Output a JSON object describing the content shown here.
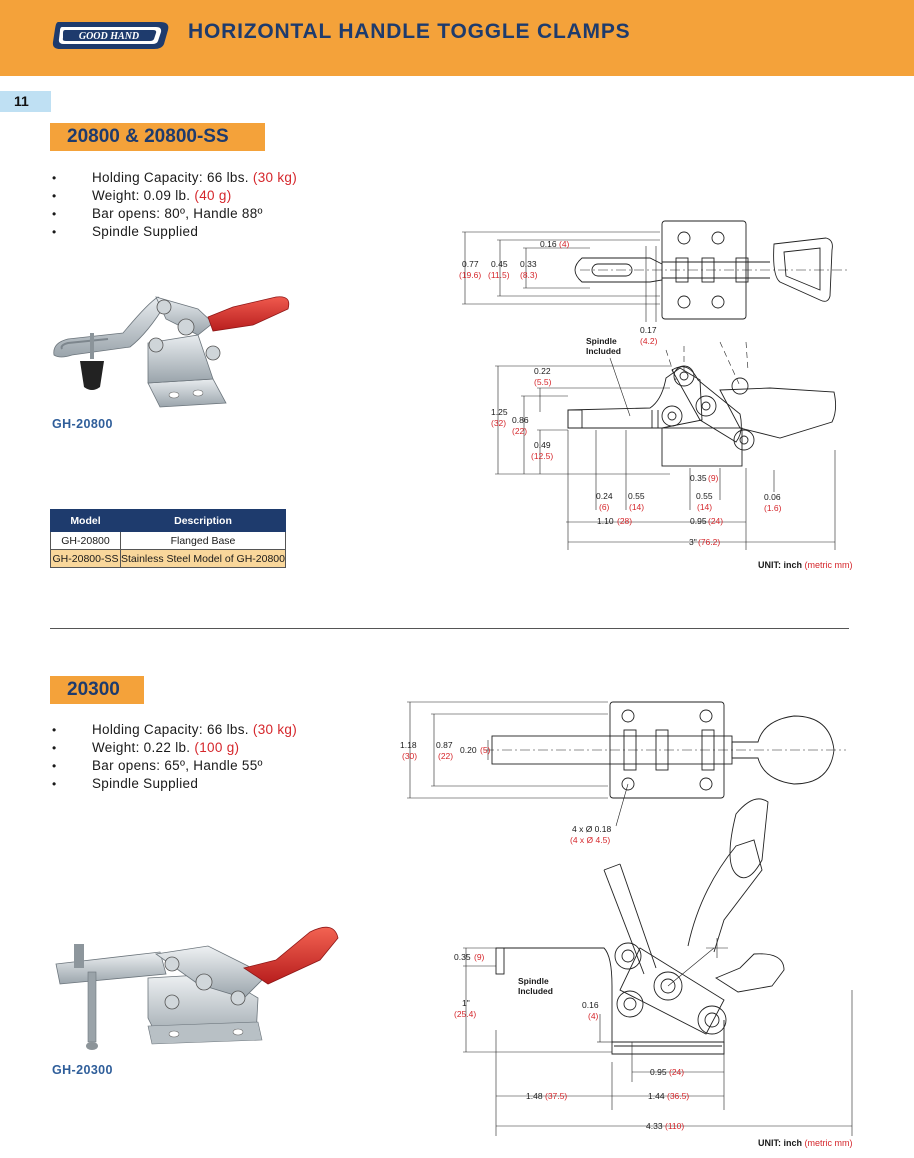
{
  "header": {
    "logo_text": "GOOD HAND",
    "title": "HORIZONTAL HANDLE TOGGLE CLAMPS"
  },
  "page_number": "11",
  "sections": [
    {
      "title": "20800 & 20800-SS",
      "specs": [
        {
          "label": "Holding Capacity: 66 lbs.",
          "metric": "(30 kg)"
        },
        {
          "label": "Weight: 0.09 lb.",
          "metric": "(40 g)"
        },
        {
          "label": "Bar opens: 80º, Handle 88º",
          "metric": ""
        },
        {
          "label": "Spindle Supplied",
          "metric": ""
        }
      ],
      "photo_label": "GH-20800",
      "table": {
        "headers": [
          "Model",
          "Description"
        ],
        "rows": [
          [
            "GH-20800",
            "Flanged Base"
          ],
          [
            "GH-20800-SS",
            "Stainless Steel Model of GH-20800"
          ]
        ]
      },
      "drawing": {
        "spindle_label_1": "Spindle",
        "spindle_label_2": "Included",
        "dims": {
          "d016": "0.16",
          "d016m": "(4)",
          "d077": "0.77",
          "d077m": "(19.6)",
          "d045": "0.45",
          "d045m": "(11.5)",
          "d033": "0.33",
          "d033m": "(8.3)",
          "d017": "0.17",
          "d017m": "(4.2)",
          "d022": "0.22",
          "d022m": "(5.5)",
          "d125": "1.25",
          "d125m": "(32)",
          "d086": "0.86",
          "d086m": "(22)",
          "d049": "0.49",
          "d049m": "(12.5)",
          "d035": "0.35",
          "d035m": "(9)",
          "d024": "0.24",
          "d024m": "(6)",
          "d055a": "0.55",
          "d055am": "(14)",
          "d055b": "0.55",
          "d055bm": "(14)",
          "d006": "0.06",
          "d006m": "(1.6)",
          "d110": "1.10",
          "d110m": "(28)",
          "d095": "0.95",
          "d095m": "(24)",
          "d3": "3\"",
          "d3m": "(76.2)"
        }
      },
      "unit_label": "UNIT: inch",
      "unit_metric": "(metric mm)"
    },
    {
      "title": "20300",
      "specs": [
        {
          "label": "Holding Capacity: 66 lbs.",
          "metric": "(30 kg)"
        },
        {
          "label": "Weight: 0.22 lb.",
          "metric": "(100 g)"
        },
        {
          "label": "Bar opens: 65º, Handle 55º",
          "metric": ""
        },
        {
          "label": "Spindle Supplied",
          "metric": ""
        }
      ],
      "photo_label": "GH-20300",
      "drawing": {
        "spindle_label_1": "Spindle",
        "spindle_label_2": "Included",
        "dims": {
          "d118": "1.18",
          "d118m": "(30)",
          "d087": "0.87",
          "d087m": "(22)",
          "d020": "0.20",
          "d020m": "(5)",
          "hole": "4 x Ø 0.18",
          "holem": "(4 x Ø 4.5)",
          "d035": "0.35",
          "d035m": "(9)",
          "d1": "1\"",
          "d1m": "(25.4)",
          "d016": "0.16",
          "d016m": "(4)",
          "d095": "0.95",
          "d095m": "(24)",
          "d148": "1.48",
          "d148m": "(37.5)",
          "d144": "1.44",
          "d144m": "(36.5)",
          "d433": "4.33",
          "d433m": "(110)"
        }
      },
      "unit_label": "UNIT: inch",
      "unit_metric": "(metric mm)"
    }
  ],
  "colors": {
    "header_bg": "#f4a23a",
    "title_blue": "#1e3b6d",
    "metric_red": "#d5262b",
    "page_tab_bg": "#bfe0f3",
    "table_highlight": "#f9d79b"
  },
  "icons": [
    "good-hand-logo",
    "clamp-photo-20800",
    "clamp-photo-20300",
    "technical-drawing"
  ]
}
